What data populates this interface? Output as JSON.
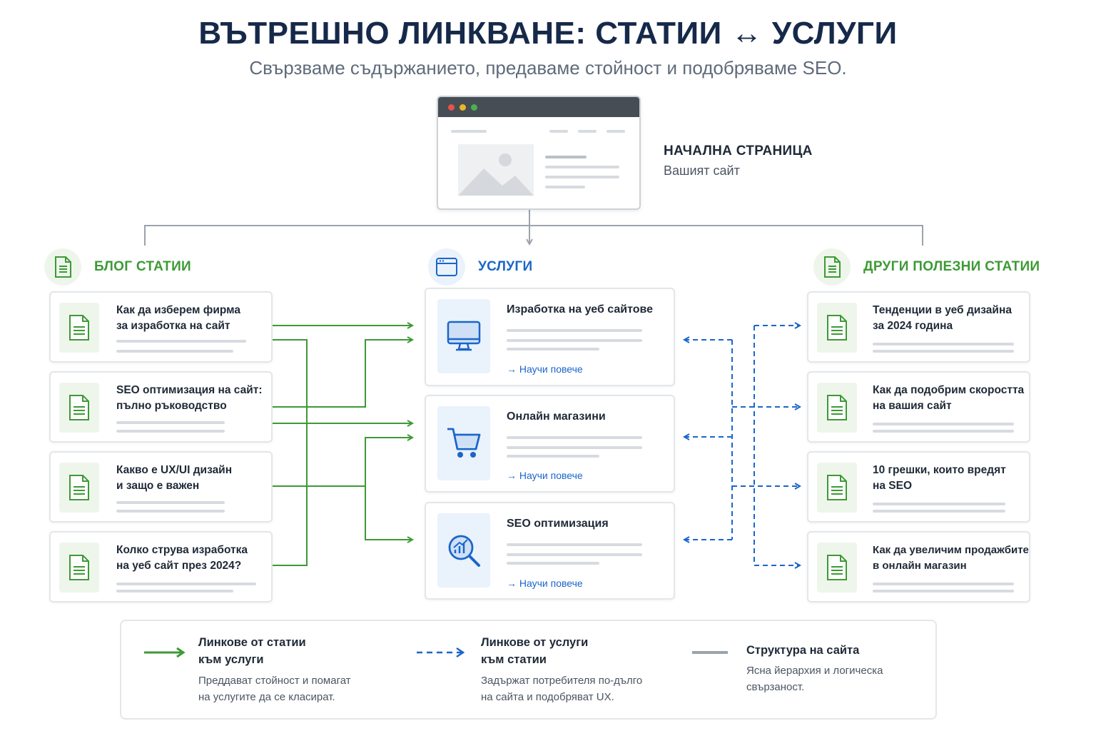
{
  "header": {
    "title": "ВЪТРЕШНО ЛИНКВАНЕ: СТАТИИ ↔ УСЛУГИ",
    "subtitle": "Свързваме съдържанието, предаваме стойност и подобряваме SEO."
  },
  "homepage": {
    "title": "НАЧАЛНА СТРАНИЦА",
    "subtitle": "Вашият сайт"
  },
  "columns": {
    "blog": {
      "label": "БЛОГ СТАТИИ",
      "icon": "document-icon",
      "color": "#3d9a35"
    },
    "services": {
      "label": "УСЛУГИ",
      "icon": "browser-window-icon",
      "color": "#1a66c9"
    },
    "other": {
      "label": "ДРУГИ ПОЛЕЗНИ СТАТИИ",
      "icon": "document-icon",
      "color": "#3d9a35"
    }
  },
  "blog_articles": [
    {
      "title_line1": "Как да изберем фирма",
      "title_line2": "за изработка на сайт"
    },
    {
      "title_line1": "SEO оптимизация на сайт:",
      "title_line2": "пълно ръководство"
    },
    {
      "title_line1": "Какво е UX/UI дизайн",
      "title_line2": "и защо е важен"
    },
    {
      "title_line1": "Колко струва изработка",
      "title_line2": "на уеб сайт през 2024?"
    }
  ],
  "services": [
    {
      "title": "Изработка на уеб сайтове",
      "icon": "monitor-icon",
      "more": "→ Научи повече"
    },
    {
      "title": "Онлайн магазини",
      "icon": "shopping-cart-icon",
      "more": "→ Научи повече"
    },
    {
      "title": "SEO оптимизация",
      "icon": "seo-magnifier-icon",
      "more": "→ Научи повече"
    }
  ],
  "other_articles": [
    {
      "title_line1": "Тенденции в уеб дизайна",
      "title_line2": "за 2024 година"
    },
    {
      "title_line1": "Как да подобрим скоростта",
      "title_line2": "на вашия сайт"
    },
    {
      "title_line1": "10 грешки, които вредят",
      "title_line2": "на SEO"
    },
    {
      "title_line1": "Как да увеличим продажбите",
      "title_line2": "в онлайн магазин"
    }
  ],
  "legend": [
    {
      "title_line1": "Линкове от статии",
      "title_line2": "към услуги",
      "desc_line1": "Преддават стойност и помагат",
      "desc_line2": "на услугите да се класират.",
      "style": "solid-green-arrow"
    },
    {
      "title_line1": "Линкове от услуги",
      "title_line2": "към статии",
      "desc_line1": "Задържат потребителя по-дълго",
      "desc_line2": "на сайта и подобряват UX.",
      "style": "dashed-blue-arrow"
    },
    {
      "title_line1": "Структура на сайта",
      "title_line2": "",
      "desc_line1": "Ясна йерархия и логическа",
      "desc_line2": "свързаност.",
      "style": "gray-line"
    }
  ],
  "colors": {
    "green_link": "#3d9a35",
    "blue_link": "#1a66c9",
    "structure": "#9ca3ab",
    "title": "#16294a"
  }
}
